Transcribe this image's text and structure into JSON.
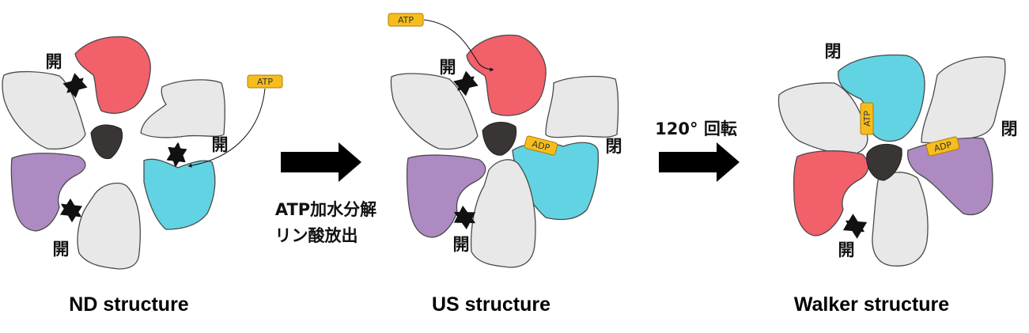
{
  "colors": {
    "red": "#f2606a",
    "cyan": "#62d3e3",
    "purple": "#ae8ac2",
    "grey": "#e8e8e8",
    "core": "#3a3535",
    "atp_chip": "#f7bd1d"
  },
  "panels": [
    {
      "title": "ND structure",
      "labels": [
        "開",
        "開",
        "開"
      ],
      "nucleotides": [
        "ATP"
      ]
    },
    {
      "title": "US structure",
      "labels": [
        "開",
        "閉",
        "開"
      ],
      "nucleotides": [
        "ATP",
        "ADP"
      ]
    },
    {
      "title": "Walker structure",
      "labels": [
        "閉",
        "閉",
        "開"
      ],
      "nucleotides": [
        "ATP",
        "ADP"
      ]
    }
  ],
  "transitions": [
    {
      "lines": [
        "ATP加水分解",
        "リン酸放出"
      ]
    },
    {
      "lines": [
        "120°  回転"
      ]
    }
  ]
}
